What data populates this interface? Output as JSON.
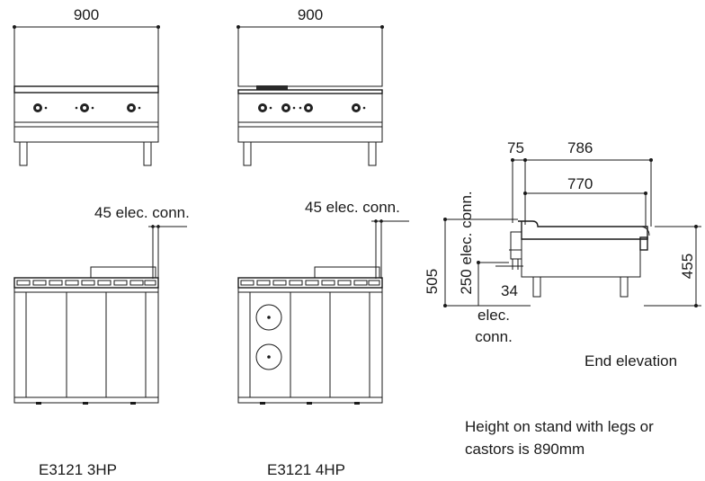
{
  "top_front_3hp": {
    "width_label": "900"
  },
  "top_front_4hp": {
    "width_label": "900"
  },
  "side_3hp": {
    "conn_label": "45 elec. conn."
  },
  "side_4hp": {
    "conn_label": "45 elec. conn."
  },
  "end_elevation": {
    "depth_overall": "786",
    "depth_inner": "770",
    "offset_left": "75",
    "height_overall": "505",
    "height_right": "455",
    "conn_height": "250 elec. conn.",
    "conn_offset": "34",
    "conn_label_line1": "elec.",
    "conn_label_line2": "conn.",
    "caption": "End elevation"
  },
  "note": {
    "line1": "Height on stand with legs or",
    "line2": "castors is 890mm"
  },
  "models": {
    "left": "E3121 3HP",
    "right": "E3121 4HP"
  }
}
